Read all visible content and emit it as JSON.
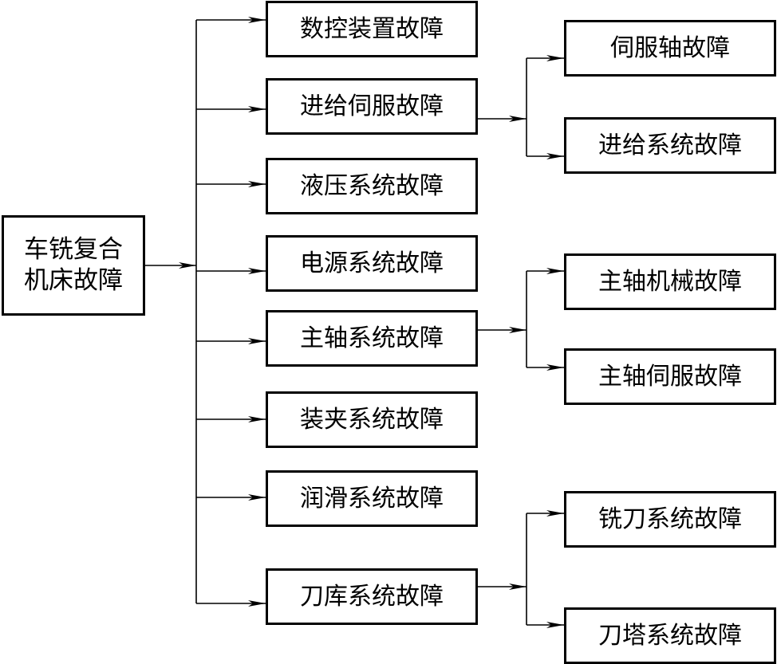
{
  "root": "车铣复合\n机床故障",
  "categories": [
    {
      "label": "数控装置故障",
      "sub": []
    },
    {
      "label": "进给伺服故障",
      "sub": [
        "伺服轴故障",
        "进给系统故障"
      ]
    },
    {
      "label": "液压系统故障",
      "sub": []
    },
    {
      "label": "电源系统故障",
      "sub": []
    },
    {
      "label": "主轴系统故障",
      "sub": [
        "主轴机械故障",
        "主轴伺服故障"
      ]
    },
    {
      "label": "装夹系统故障",
      "sub": []
    },
    {
      "label": "润滑系统故障",
      "sub": []
    },
    {
      "label": "刀库系统故障",
      "sub": [
        "铣刀系统故障",
        "刀塔系统故障"
      ]
    }
  ],
  "colors": {
    "line": "#000000",
    "box_border": "#000000",
    "background": "#ffffff"
  }
}
